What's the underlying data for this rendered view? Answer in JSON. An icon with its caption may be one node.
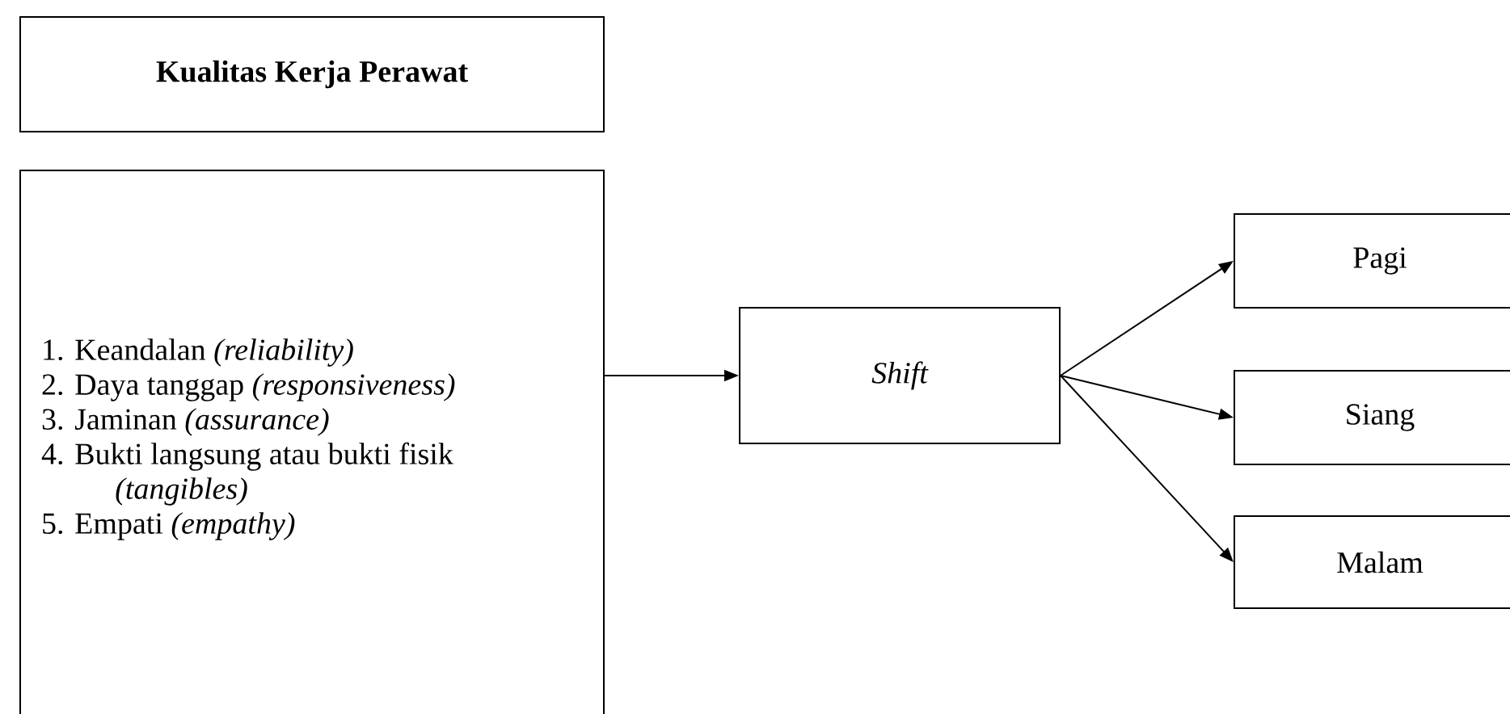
{
  "diagram": {
    "nodes": [
      {
        "text": [
          "Kualitas Kerja Perawat"
        ]
      },
      {
        "text": [
          "1. Keandalan *(reliability)*",
          "2. Daya tanggap *(responsiveness)*",
          "3. Jaminan *(assurance)*",
          "4. Bukti langsung atau bukti fisik *(tangibles)*",
          "5. Empati *(empathy)*"
        ]
      },
      {
        "text": [
          "Shift"
        ]
      },
      {
        "text": [
          "Pagi"
        ]
      },
      {
        "text": [
          "Siang"
        ]
      },
      {
        "text": [
          "Malam"
        ]
      }
    ],
    "edges": [
      {
        "from": 1,
        "to": 2,
        "arrow": "to"
      },
      {
        "from": 2,
        "to": 3,
        "arrow": "to"
      },
      {
        "from": 2,
        "to": 4,
        "arrow": "to"
      },
      {
        "from": 2,
        "to": 5,
        "arrow": "to"
      }
    ]
  }
}
